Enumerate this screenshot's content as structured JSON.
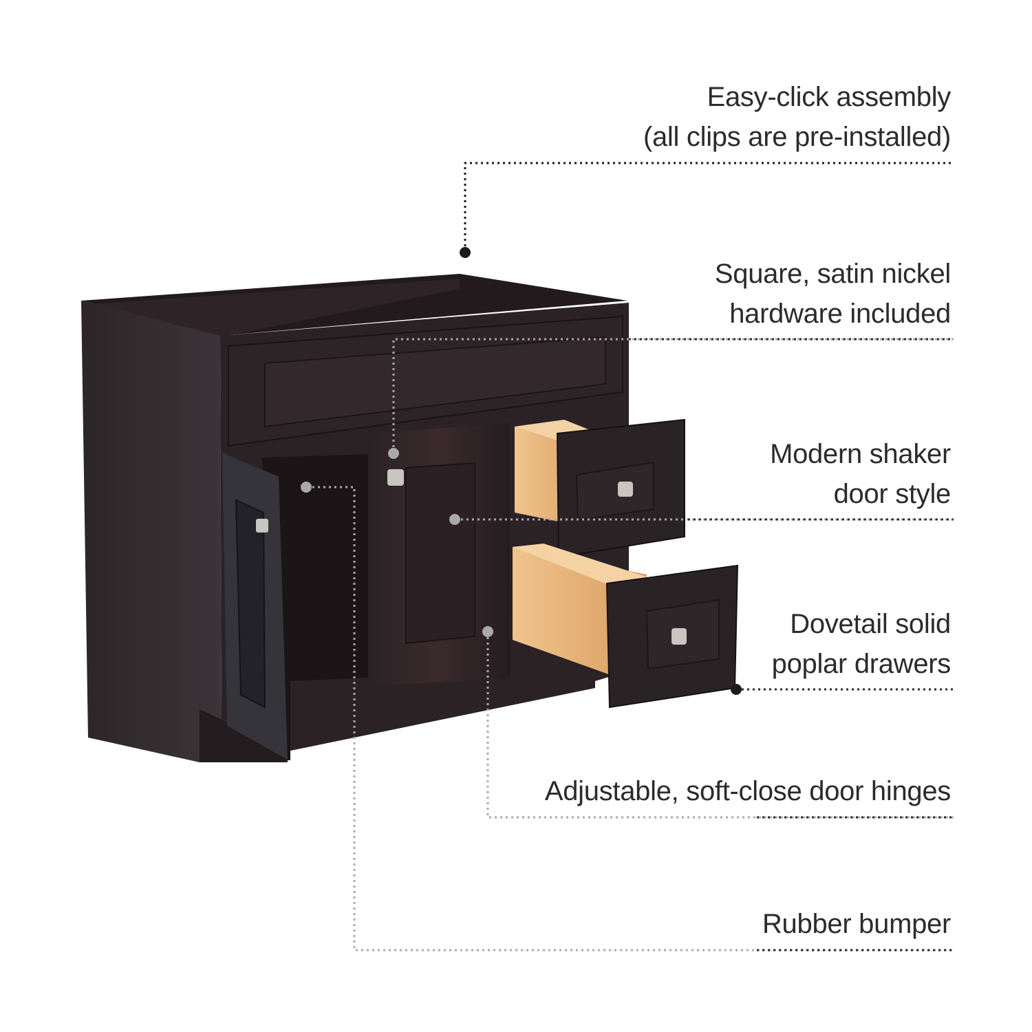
{
  "title": "Vanity cabinet feature callouts",
  "colors": {
    "background": "#ffffff",
    "text": "#2b2b2b",
    "leader_dark": "#1e1a1b",
    "leader_light": "#a9a9a9",
    "cabinet_dark": "#2a2326",
    "cabinet_mid": "#3a3236",
    "drawer_wood": "#e9b57d",
    "hardware": "#c9c6c2"
  },
  "callouts": [
    {
      "id": "easy-click",
      "lines": [
        "Easy-click assembly",
        "(all clips are pre-installed)"
      ],
      "leader_style": "dark"
    },
    {
      "id": "hardware",
      "lines": [
        "Square, satin nickel",
        "hardware included"
      ],
      "leader_style": "light"
    },
    {
      "id": "shaker",
      "lines": [
        "Modern shaker",
        "door style"
      ],
      "leader_style": "light"
    },
    {
      "id": "dovetail",
      "lines": [
        "Dovetail solid",
        "poplar drawers"
      ],
      "leader_style": "dark"
    },
    {
      "id": "hinges",
      "lines": [
        "Adjustable, soft-close door hinges"
      ],
      "leader_style": "light"
    },
    {
      "id": "bumper",
      "lines": [
        "Rubber bumper"
      ],
      "leader_style": "light"
    }
  ]
}
